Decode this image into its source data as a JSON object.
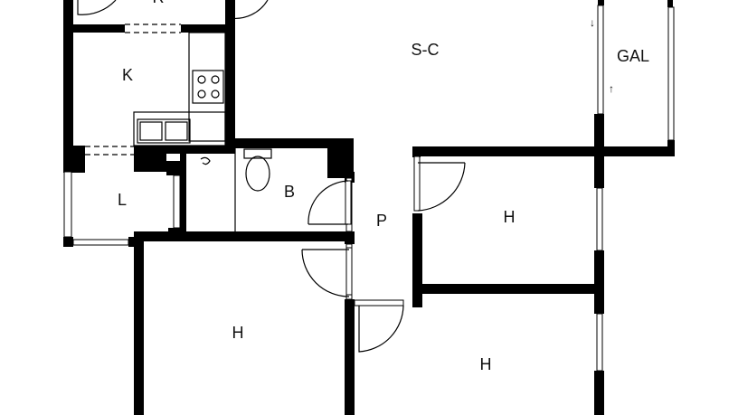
{
  "rooms": {
    "r_top": "R",
    "sc": "S-C",
    "gal": "GAL",
    "k": "K",
    "l": "L",
    "b": "B",
    "p": "P",
    "h_right": "H",
    "h_left": "H",
    "h_bottom": "H"
  },
  "arrows": {
    "down": "↓",
    "up": "↑"
  },
  "colors": {
    "wall": "#000000",
    "background": "#ffffff"
  }
}
